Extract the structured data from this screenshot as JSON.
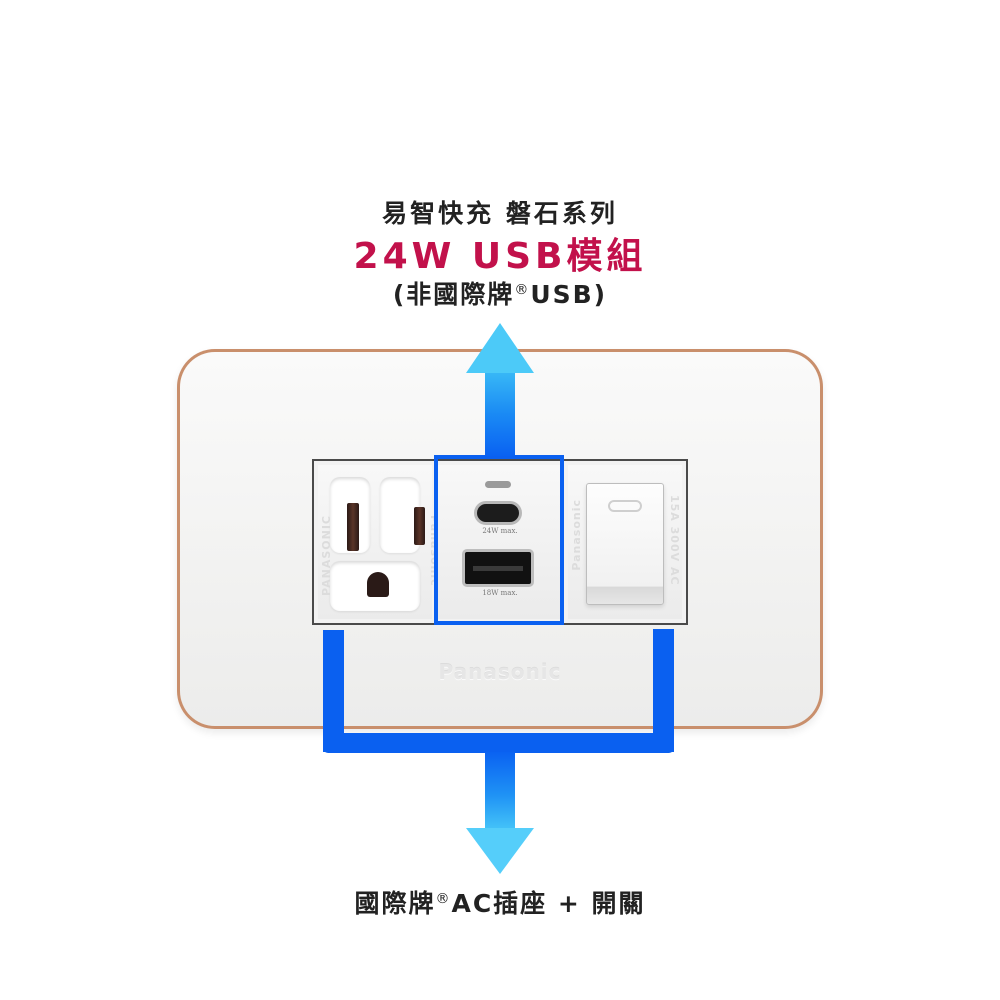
{
  "header": {
    "line1": "易智快充 磐石系列",
    "line2": "24W USB模組",
    "line2_color": "#c2114b",
    "line3_prefix": "(非國際牌",
    "line3_reg": "®",
    "line3_suffix": "USB)"
  },
  "plate": {
    "brand_logo": "Panasonic",
    "rim_color": "#c98f6c",
    "outlet": {
      "left_text": "PANASONIC",
      "right_text": "Panasonic"
    },
    "usb_module": {
      "usb_c_label": "24W max.",
      "usb_a_label": "18W max.",
      "highlight_color": "#0a60f0"
    },
    "switch": {
      "left_text": "Panasonic",
      "right_text": "15A 300V AC"
    }
  },
  "arrows": {
    "up_arrow": "arrow-up-icon",
    "down_arrow": "arrow-down-icon",
    "bracket_color": "#0a60f0",
    "arrow_light_color": "#4ccaf8"
  },
  "footer": {
    "label_prefix": "國際牌",
    "label_reg": "®",
    "label_suffix": "AC插座 + 開關"
  }
}
